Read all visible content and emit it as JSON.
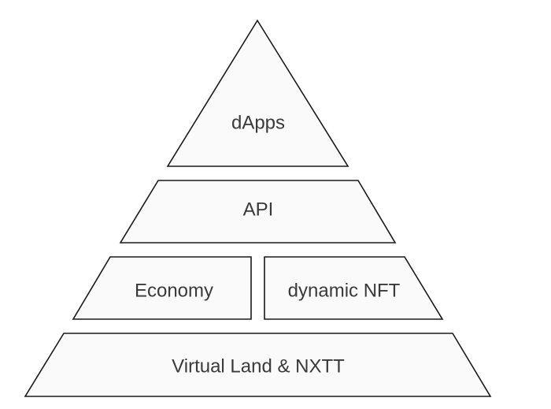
{
  "diagram": {
    "type": "pyramid",
    "tiers": [
      {
        "label": "dApps"
      },
      {
        "label": "API"
      },
      {
        "label": "Economy"
      },
      {
        "label": "dynamic NFT"
      },
      {
        "label": "Virtual Land & NXTT"
      }
    ],
    "colors": {
      "fill": "#fafafa",
      "stroke": "#1a1a1a",
      "text": "#3a3a3a"
    }
  }
}
